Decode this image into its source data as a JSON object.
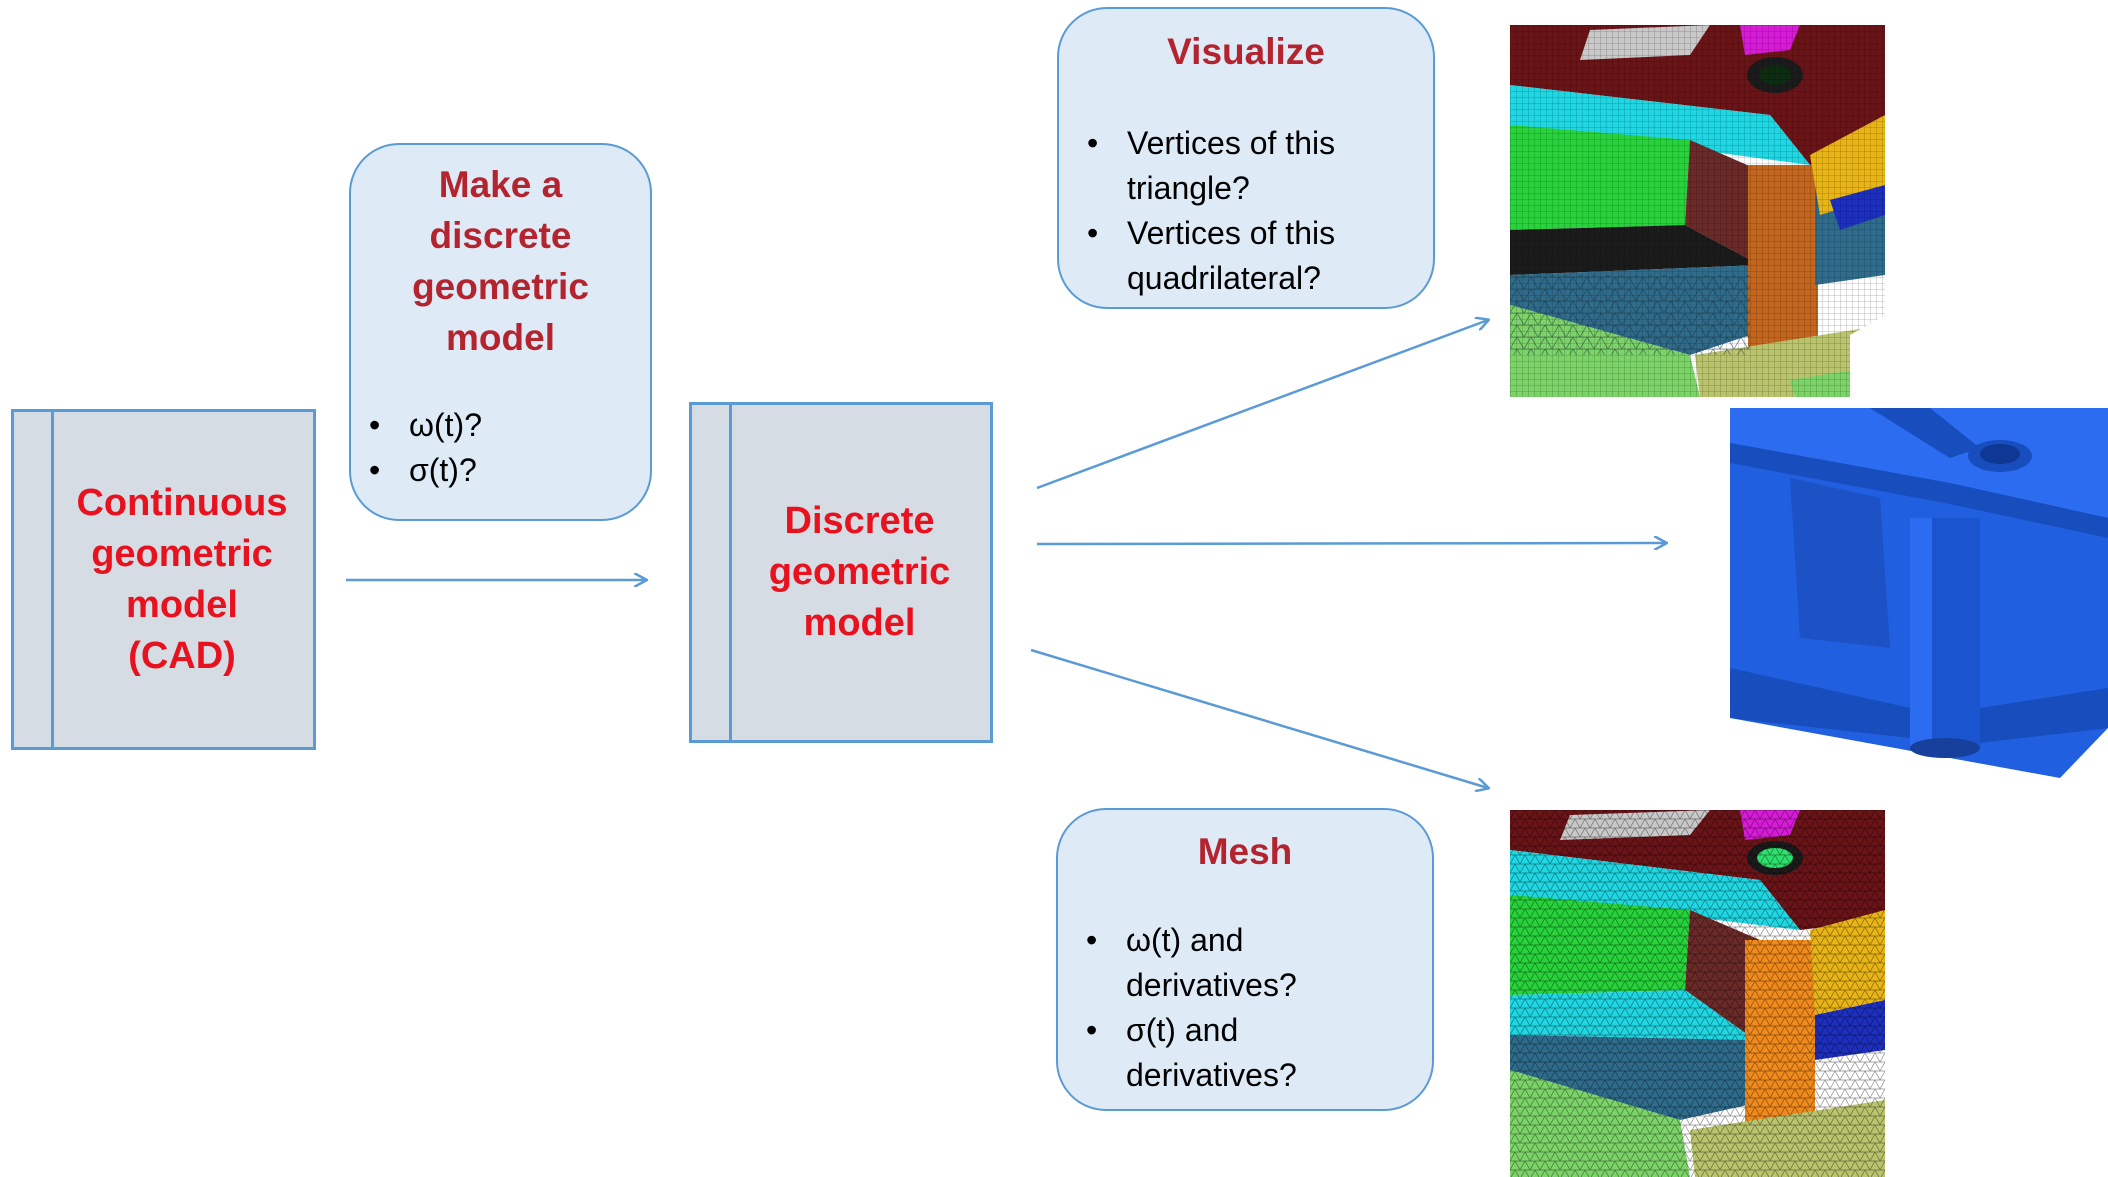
{
  "nodes": {
    "continuous": "Continuous\ngeometric\nmodel\n(CAD)",
    "discrete": "Discrete\ngeometric\nmodel"
  },
  "callouts": {
    "make": {
      "title": "Make a\ndiscrete\ngeometric\nmodel",
      "items": [
        "ω(t)?",
        "σ(t)?"
      ]
    },
    "visualize": {
      "title": "Visualize",
      "items": [
        "Vertices of this\ntriangle?",
        "Vertices of this\nquadrilateral?"
      ]
    },
    "mesh": {
      "title": "Mesh",
      "items": [
        "ω(t) and\nderivatives?",
        "σ(t) and\nderivatives?"
      ]
    }
  },
  "images": [
    {
      "name": "quad-mesh-rendering",
      "icon": "faceted-visualization-model"
    },
    {
      "name": "solid-cad-rendering",
      "icon": "blue-solid-model"
    },
    {
      "name": "triangle-mesh-rendering",
      "icon": "tetrahedral-mesh-model"
    }
  ],
  "colors": {
    "node_text": "#e8121f",
    "callout_title": "#b4242f",
    "box_fill": "#d6dce4",
    "callout_fill": "#deebf7",
    "stroke": "#5b9bd5",
    "cad_blue": "#1f5fe0"
  }
}
